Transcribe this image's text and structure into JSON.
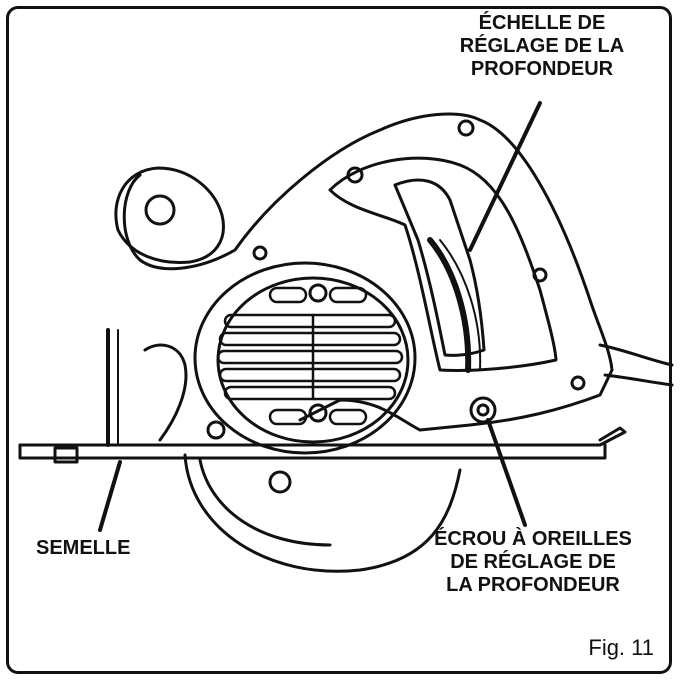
{
  "figure": {
    "caption": "Fig. 11"
  },
  "callouts": {
    "depth_scale": "ÉCHELLE DE\nRÉGLAGE DE LA\nPROFONDEUR",
    "shoe": "SEMELLE",
    "depth_wing_nut": "ÉCROU À OREILLES\nDE RÉGLAGE DE\nLA PROFONDEUR"
  },
  "colors": {
    "ink": "#111111",
    "paper": "#ffffff"
  }
}
